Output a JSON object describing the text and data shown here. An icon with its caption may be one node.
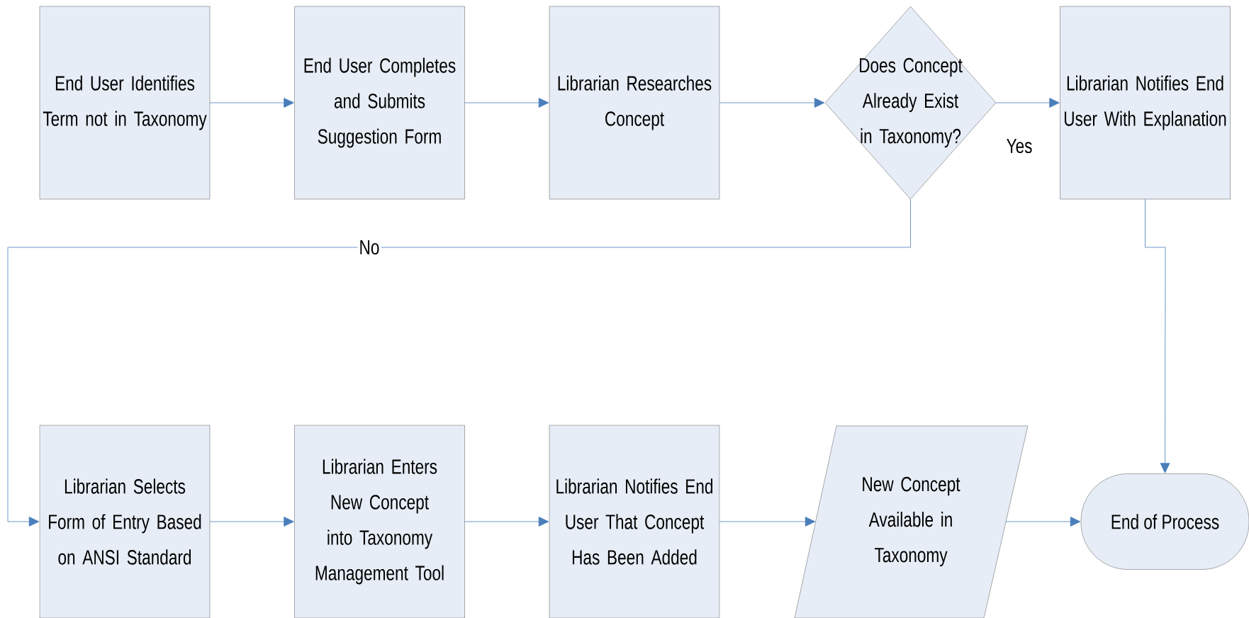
{
  "diagram": {
    "nodes": [
      {
        "text": [
          "End User Identifies Term not in Taxonomy"
        ]
      },
      {
        "text": [
          "End User Completes and Submits Suggestion Form"
        ]
      },
      {
        "text": [
          "Librarian Researches Concept"
        ]
      },
      {
        "text": [
          "Does Concept Already Exist in Taxonomy?"
        ]
      },
      {
        "text": [
          "Librarian Notifies End User With Explanation"
        ]
      },
      {
        "text": [
          "Librarian Selects Form of Entry Based on ANSI Standard"
        ]
      },
      {
        "text": [
          "Librarian Enters New Concept into Taxonomy Management Tool"
        ]
      },
      {
        "text": [
          "Librarian Notifies End User That Concept Has Been Added"
        ]
      },
      {
        "text": [
          "New Concept Available in Taxonomy"
        ]
      },
      {
        "text": [
          "End of Process"
        ]
      }
    ],
    "edges": [
      {
        "from": 0,
        "to": 1,
        "arrow": "to"
      },
      {
        "from": 1,
        "to": 2,
        "arrow": "to"
      },
      {
        "from": 2,
        "to": 3,
        "arrow": "to"
      },
      {
        "from": 3,
        "to": 4,
        "arrow": "to",
        "label": "Yes"
      },
      {
        "from": 3,
        "to": 5,
        "arrow": "to",
        "label": "No"
      },
      {
        "from": 4,
        "to": 9,
        "arrow": "to"
      },
      {
        "from": 5,
        "to": 6,
        "arrow": "to"
      },
      {
        "from": 6,
        "to": 7,
        "arrow": "to"
      },
      {
        "from": 7,
        "to": 8,
        "arrow": "to"
      },
      {
        "from": 8,
        "to": 9,
        "arrow": "to"
      }
    ]
  }
}
